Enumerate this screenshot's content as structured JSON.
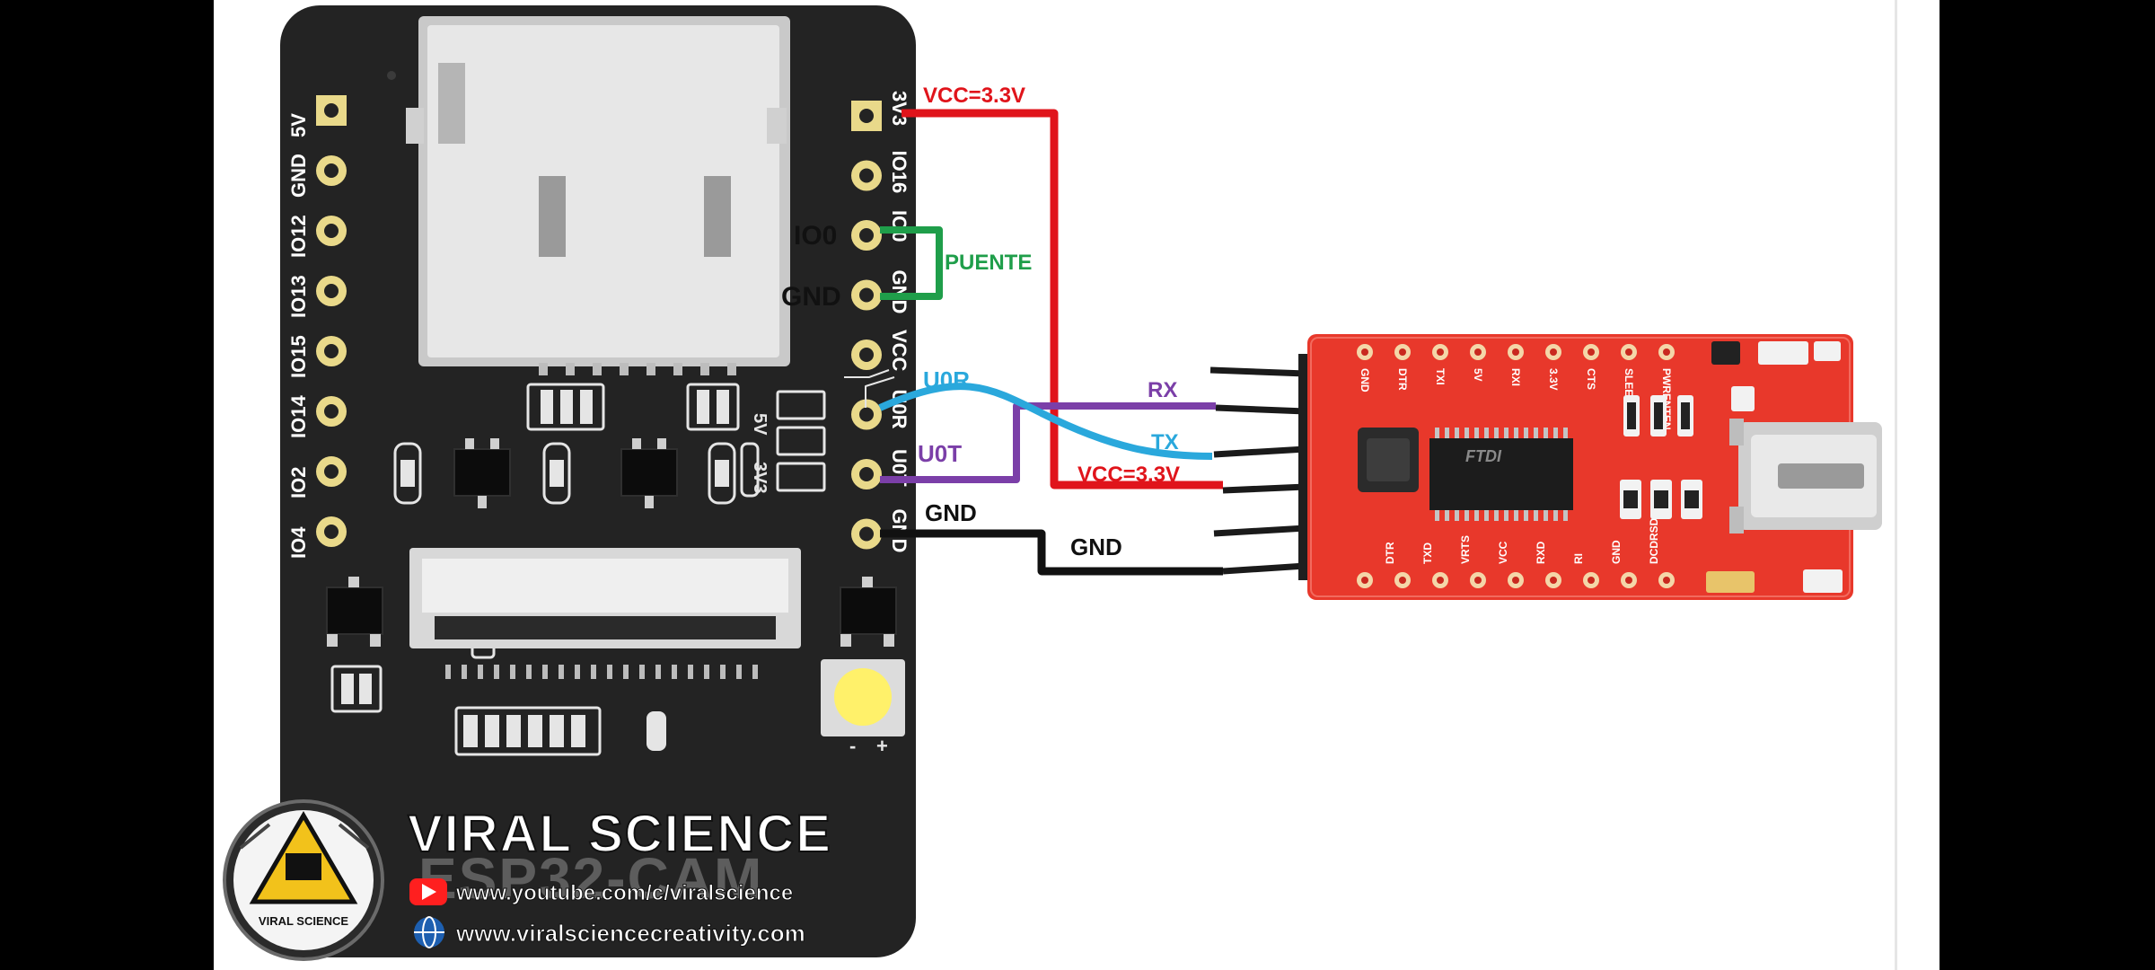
{
  "colors": {
    "vcc": "#e0141b",
    "puente": "#1f9e4a",
    "u0r": "#2aa8dc",
    "u0t": "#7b3fa8",
    "gnd": "#111111",
    "board": "#232323",
    "ftdi": "#e8382b",
    "pad": "#e9d98a"
  },
  "esp32": {
    "pins_left": [
      "5V",
      "GND",
      "IO12",
      "IO13",
      "IO15",
      "IO14",
      "IO2",
      "IO4"
    ],
    "pins_right": [
      "3V3",
      "IO16",
      "IO0",
      "GND",
      "VCC",
      "U0R",
      "U0T",
      "GND"
    ],
    "marks": [
      "5V",
      "3V3"
    ],
    "board_text": "ESP32-CAM",
    "led_polarity": [
      "-",
      "+"
    ]
  },
  "labels": {
    "vcc_top": "VCC=3.3V",
    "io0": "IO0",
    "gnd_left": "GND",
    "puente": "PUENTE",
    "u0r": "U0R",
    "u0t": "U0T",
    "gnd_wire": "GND",
    "rx": "RX",
    "tx": "TX",
    "vcc_bottom": "VCC=3.3V",
    "gnd_bottom": "GND"
  },
  "ftdi": {
    "top_labels": [
      "GND",
      "DTR",
      "TXI",
      "5V",
      "RXI",
      "3.3V",
      "CTS",
      "SLEEP",
      "PWRENTEN"
    ],
    "bottom_labels": [
      "DTR",
      "TXD",
      "VRTS",
      "VCC",
      "RXD",
      "RI",
      "GND",
      "DCDRSD"
    ],
    "chip_text": "FTDI"
  },
  "watermark": {
    "title": "VIRAL SCIENCE",
    "logo_text": "VIRAL SCIENCE",
    "youtube": "www.youtube.com/c/viralscience",
    "website": "www.viralsciencecreativity.com"
  }
}
